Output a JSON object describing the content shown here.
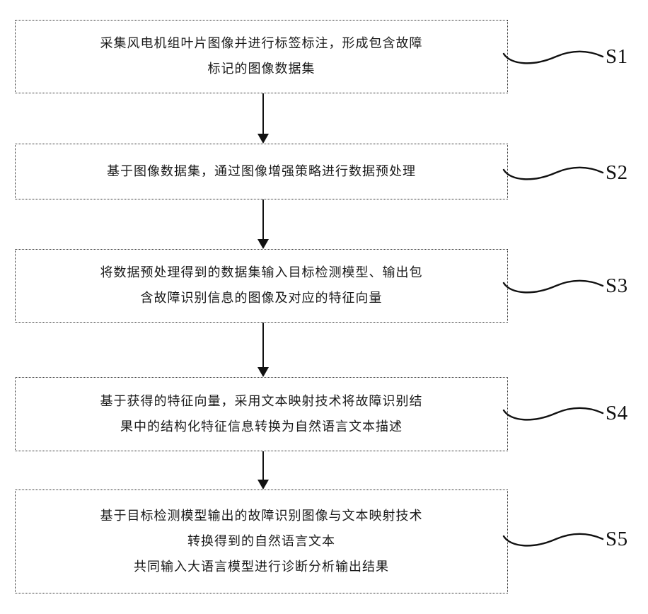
{
  "diagram": {
    "type": "flowchart",
    "orientation": "vertical",
    "line_color": "#111111",
    "box_border_color": "#2b2b2b",
    "background_color": "#ffffff",
    "steps": [
      {
        "id": "S1",
        "label": "S1",
        "text": "采集风电机组叶片图像并进行标签标注，形成包含故障\n标记的图像数据集"
      },
      {
        "id": "S2",
        "label": "S2",
        "text": "基于图像数据集，通过图像增强策略进行数据预处理"
      },
      {
        "id": "S3",
        "label": "S3",
        "text": "将数据预处理得到的数据集输入目标检测模型、输出包\n含故障识别信息的图像及对应的特征向量"
      },
      {
        "id": "S4",
        "label": "S4",
        "text": "基于获得的特征向量，采用文本映射技术将故障识别结\n果中的结构化特征信息转换为自然语言文本描述"
      },
      {
        "id": "S5",
        "label": "S5",
        "text": "基于目标检测模型输出的故障识别图像与文本映射技术\n转换得到的自然语言文本\n共同输入大语言模型进行诊断分析输出结果"
      }
    ],
    "connectors": [
      {
        "from": "S1",
        "to": "S2",
        "arrow": "down"
      },
      {
        "from": "S2",
        "to": "S3",
        "arrow": "down"
      },
      {
        "from": "S3",
        "to": "S4",
        "arrow": "down"
      },
      {
        "from": "S4",
        "to": "S5",
        "arrow": "down"
      }
    ]
  }
}
